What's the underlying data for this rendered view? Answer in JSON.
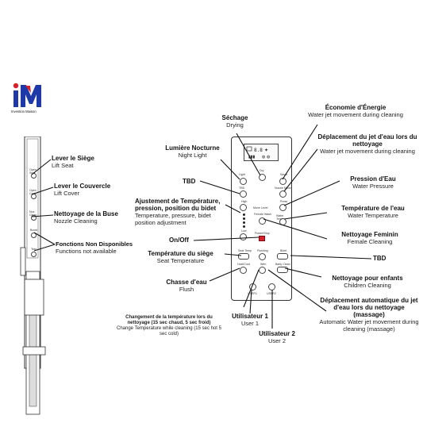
{
  "brand": {
    "name": "Invention Maison",
    "mark": "IM",
    "colors": {
      "blue": "#1f3aa8",
      "red": "#d6202a"
    }
  },
  "left_labels": [
    {
      "title": "Lever le Siège",
      "sub": "Lift Seat"
    },
    {
      "title": "Lever le Couvercle",
      "sub": "Lift Cover"
    },
    {
      "title": "Nettoyage de la Buse",
      "sub": "Nozzle Cleaning"
    },
    {
      "title": "Fonctions Non Disponibles",
      "sub": "Functions not available"
    }
  ],
  "side_panel_buttons": [
    "Open Seat",
    "Open Cover",
    "Noz Clean",
    "Boost",
    "Test"
  ],
  "right_labels": {
    "sechage": {
      "title": "Séchage",
      "sub": "Drying"
    },
    "economie": {
      "title": "Économie d'Énergie",
      "sub": "Water jet movement during cleaning"
    },
    "deplacement": {
      "title": "Déplacement du jet d'eau lors du nettoyage",
      "sub": "Water jet movement during cleaning"
    },
    "nuit": {
      "title": "Lumière Nocturne",
      "sub": "Night Light"
    },
    "tbd1": {
      "title": "TBD"
    },
    "pression": {
      "title": "Pression d'Eau",
      "sub": "Water Pressure"
    },
    "ajustement": {
      "title": "Ajustement de Température, pression, position du bidet",
      "sub": "Temperature, pressure, bidet position adjustment"
    },
    "temp_eau": {
      "title": "Température de l'eau",
      "sub": "Water Temperature"
    },
    "onoff": {
      "title": "On/Off"
    },
    "feminin": {
      "title": "Nettoyage Feminin",
      "sub": "Female Cleaning"
    },
    "temp_siege": {
      "title": "Température du siège",
      "sub": "Seat Temperature"
    },
    "tbd2": {
      "title": "TBD"
    },
    "chasse": {
      "title": "Chasse d'eau",
      "sub": "Flush"
    },
    "enfants": {
      "title": "Nettoyage pour enfants",
      "sub": "Children Cleaning"
    },
    "auto": {
      "title": "Déplacement automatique du jet d'eau lors du nettoyage (massage)",
      "sub": "Automatic Water jet movement during cleaning (massage)"
    },
    "changement": {
      "title": "Changement de la température lors du nettoyage (15 sec chaud, 5 sec froid)",
      "sub": "Change Temperature while cleaning (15 sec hot 5 sec cold)"
    },
    "user1": {
      "title": "Utilisateur 1",
      "sub": "User 1"
    },
    "user2": {
      "title": "Utilisateur 2",
      "sub": "User 2"
    }
  },
  "panel": {
    "small_labels": [
      "Light",
      "Dry",
      "Saver",
      "TBD",
      "Nozzle Move",
      "High",
      "Press",
      "Move Level",
      "Water Temp",
      "Low",
      "Female Wash",
      "Power/Stop",
      "Seat Temp",
      "Flushing",
      "Bidet",
      "Hold/Cont",
      "Wfm",
      "Baby Clean",
      "USER1",
      "USER2"
    ]
  }
}
